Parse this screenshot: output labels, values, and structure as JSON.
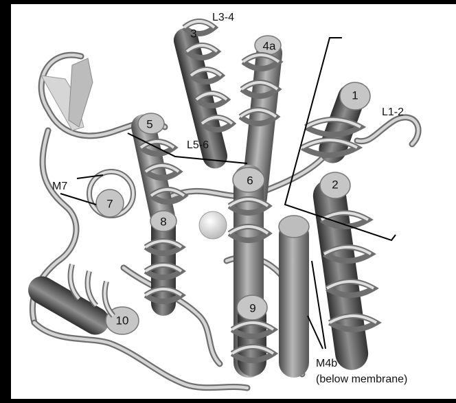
{
  "labels": {
    "l34": "L3-4",
    "l12": "L1-2",
    "l56": "L5-6",
    "m7": "M7",
    "m4b_line1": "M4b",
    "m4b_line2": "(below membrane)"
  },
  "helices": {
    "h1": "1",
    "h2": "2",
    "h3": "3",
    "h4a": "4a",
    "h5": "5",
    "h6": "6",
    "h7": "7",
    "h8": "8",
    "h9": "9",
    "h10": "10"
  },
  "colors": {
    "background": "#000000",
    "panel": "#ffffff",
    "helix": "#8a8a8a",
    "tube": "#bdbdbd"
  }
}
